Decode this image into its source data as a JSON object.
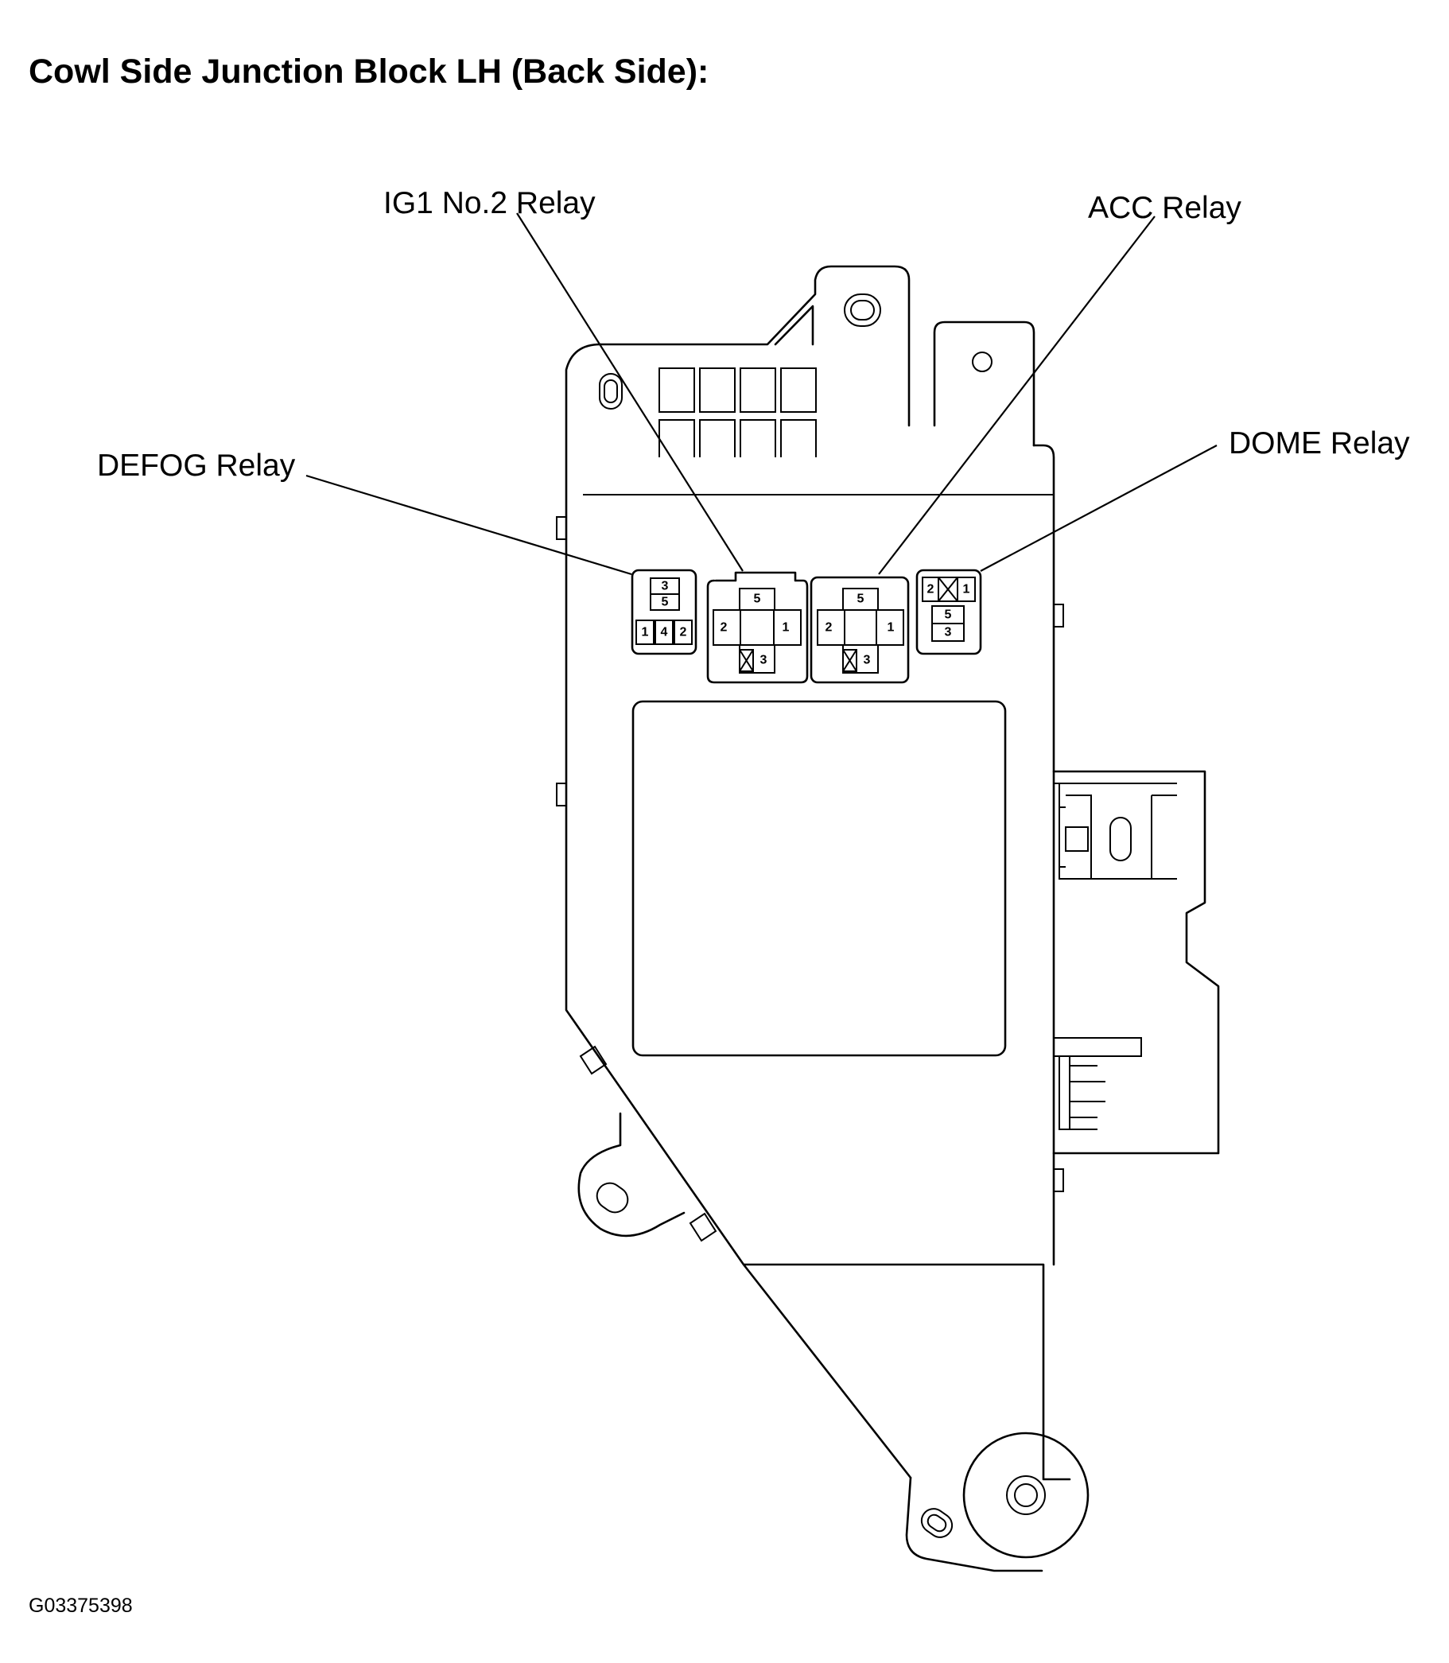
{
  "title": "Cowl Side Junction Block LH (Back Side):",
  "figure_id": "G03375398",
  "callouts": {
    "ig1_no2": "IG1 No.2 Relay",
    "acc": "ACC Relay",
    "defog": "DEFOG Relay",
    "dome": "DOME Relay"
  },
  "pins": {
    "defog": [
      "3",
      "5",
      "1",
      "4",
      "2"
    ],
    "ig1_no2": [
      "5",
      "2",
      "1",
      "3"
    ],
    "acc": [
      "5",
      "2",
      "1",
      "3"
    ],
    "dome": [
      "2",
      "1",
      "5",
      "3"
    ]
  }
}
